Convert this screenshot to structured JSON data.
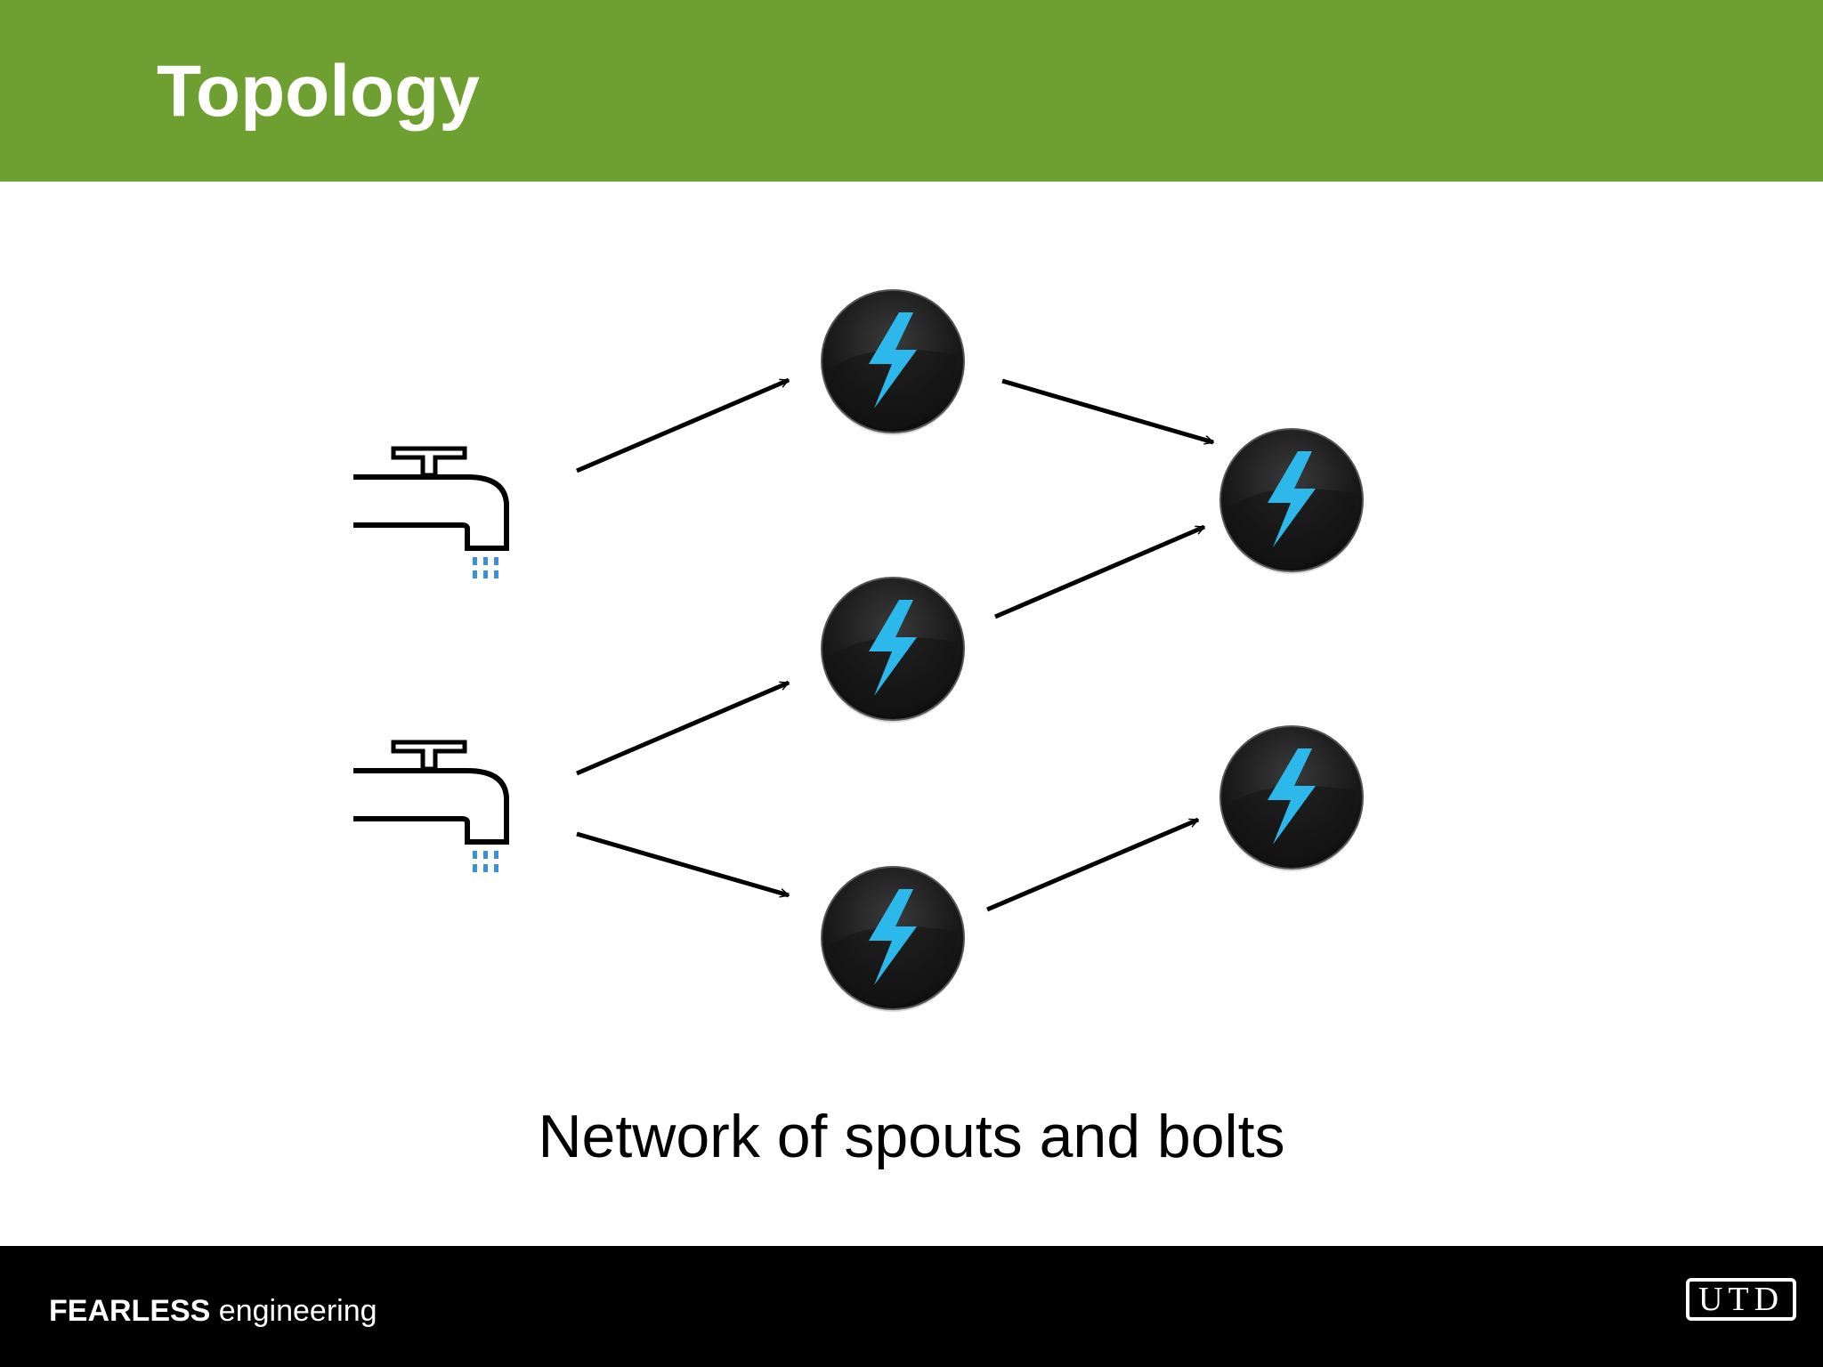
{
  "slide": {
    "title": "Topology",
    "caption": "Network of spouts and bolts"
  },
  "footer": {
    "brand_strong": "FEARLESS",
    "brand_rest": " engineering",
    "logo_text": "UTD"
  },
  "diagram": {
    "spouts": [
      {
        "id": "spout-1",
        "icon": "faucet-icon"
      },
      {
        "id": "spout-2",
        "icon": "faucet-icon"
      }
    ],
    "bolts": [
      {
        "id": "bolt-1",
        "icon": "lightning-bolt-icon"
      },
      {
        "id": "bolt-2",
        "icon": "lightning-bolt-icon"
      },
      {
        "id": "bolt-3",
        "icon": "lightning-bolt-icon"
      },
      {
        "id": "bolt-4",
        "icon": "lightning-bolt-icon"
      },
      {
        "id": "bolt-5",
        "icon": "lightning-bolt-icon"
      }
    ],
    "edges": [
      {
        "from": "spout-1",
        "to": "bolt-1"
      },
      {
        "from": "spout-2",
        "to": "bolt-2"
      },
      {
        "from": "spout-2",
        "to": "bolt-3"
      },
      {
        "from": "bolt-1",
        "to": "bolt-4"
      },
      {
        "from": "bolt-2",
        "to": "bolt-4"
      },
      {
        "from": "bolt-3",
        "to": "bolt-5"
      }
    ],
    "colors": {
      "header": "#6ea031",
      "bolt_circle": "#1c1c1c",
      "bolt_glyph": "#29b6e8",
      "water_drops": "#3a8fd6"
    }
  }
}
